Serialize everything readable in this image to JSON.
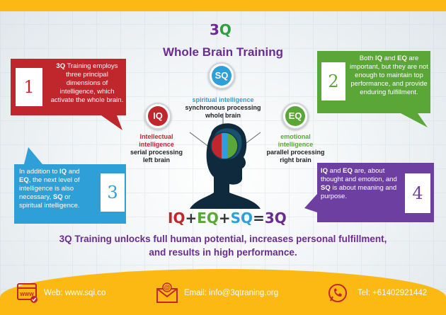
{
  "logo": {
    "digit": "3",
    "letter": "Q"
  },
  "title": "Whole Brain Training",
  "boxes": [
    {
      "number": "1",
      "pre": "",
      "b1": "3Q",
      "m1": " Training employs three principal dimensions of intelligence, which activate the whole brain.",
      "b2": "",
      "m2": "",
      "b3": "",
      "m3": ""
    },
    {
      "number": "2",
      "pre": "Both ",
      "b1": "IQ",
      "m1": " and ",
      "b2": "EQ",
      "m2": " are important, but they are not enough to maintain top performance, and provide enduring fulfillment.",
      "b3": "",
      "m3": ""
    },
    {
      "number": "3",
      "pre": "In addition to ",
      "b1": "IQ",
      "m1": " and ",
      "b2": "EQ",
      "m2": ", the next level of intelligence is also necessary, ",
      "b3": "SQ",
      "m3": " or spiritual intelligence."
    },
    {
      "number": "4",
      "pre": "",
      "b1": "IQ",
      "m1": " and ",
      "b2": "EQ",
      "m2": " are, about thought and emotion, and ",
      "b3": "SQ",
      "m3": " is about meaning and purpose."
    }
  ],
  "badges": {
    "iq": "IQ",
    "sq": "SQ",
    "eq": "EQ"
  },
  "labels": {
    "sq": {
      "title": "spiritual intelligence",
      "line1": "synchronous processing",
      "line2": "whole brain"
    },
    "iq": {
      "title1": "Intellectual",
      "title2": "intelligence",
      "line1": "serial processing",
      "line2": "left brain"
    },
    "eq": {
      "title1": "emotional",
      "title2": "intelligence",
      "line1": "parallel processing",
      "line2": "right brain"
    }
  },
  "formula": {
    "iq": "IQ",
    "plus1": "+",
    "eq": "EQ",
    "plus2": "+",
    "sq": "SQ",
    "eq_sign": "=",
    "result": "3Q"
  },
  "tagline": {
    "line1": "3Q  Training unlocks full human potential, increases personal fulfillment,",
    "line2": "and results in high performance."
  },
  "footer": {
    "web": "Web: www.sqi.co",
    "email": "Email: info@3qtraning.org",
    "tel": "Tel: +61402921442",
    "www_icon_text": "WWW"
  },
  "colors": {
    "purple": "#6a2c91",
    "red": "#c0272d",
    "green": "#5aa637",
    "blue": "#2f9fd8",
    "violet": "#6c3fa0",
    "yellow": "#fdb913"
  },
  "icons": [
    "www-icon",
    "email-icon",
    "phone-icon"
  ]
}
